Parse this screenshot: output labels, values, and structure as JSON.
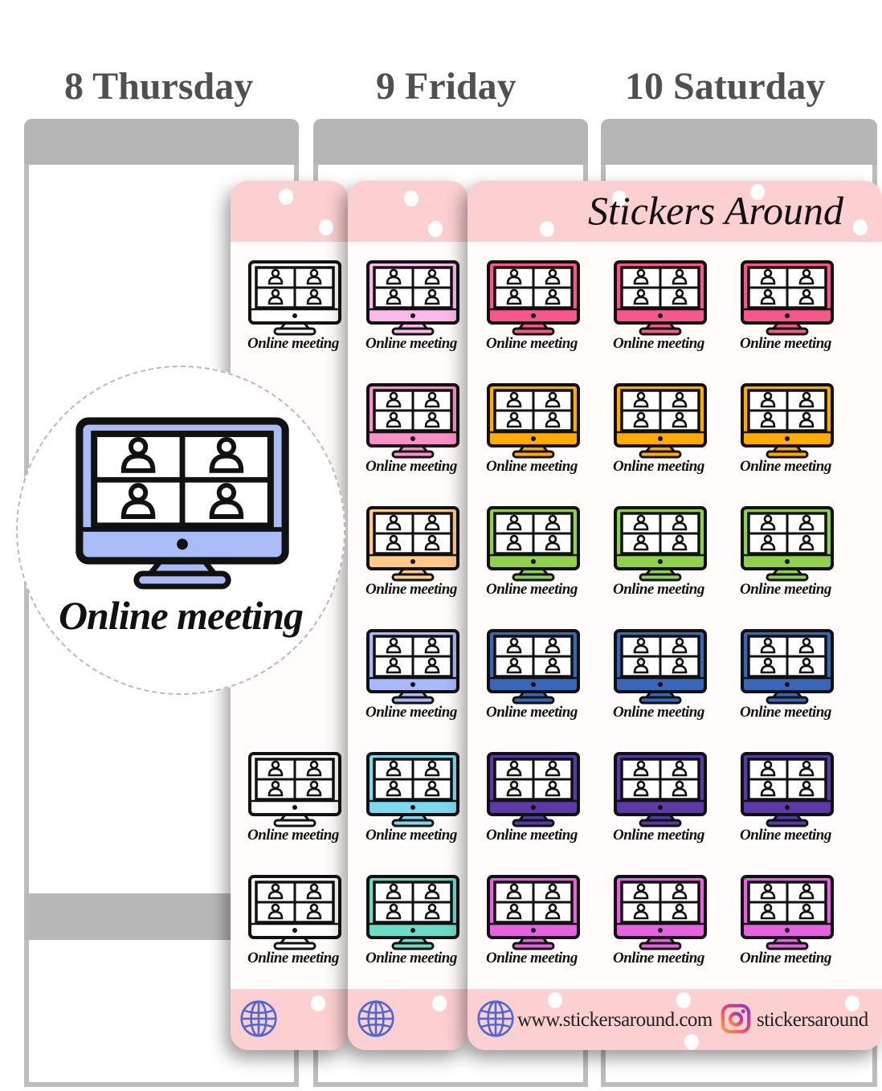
{
  "planner": {
    "days": [
      "8 Thursday",
      "9 Friday",
      "10 Saturday"
    ]
  },
  "sticker_label": "Online meeting",
  "sheets": [
    {
      "name": "back",
      "colors": [
        "#ffffff",
        "#ffffff",
        "#ffffff",
        "#ffffff",
        "#ffffff",
        "#ffffff"
      ]
    },
    {
      "name": "middle",
      "colors": [
        "#f9b9ec",
        "#f790c8",
        "#ffc98c",
        "#a9b9f7",
        "#7fd9ee",
        "#6cdcc6"
      ]
    },
    {
      "name": "front",
      "colors": [
        "#f8578c",
        "#ffab00",
        "#8fd14f",
        "#3a66b8",
        "#5a3aa8",
        "#e563e0"
      ]
    }
  ],
  "brand": {
    "title": "Stickers Around",
    "url": "www.stickersaround.com",
    "instagram": "stickersaround"
  },
  "magnified": {
    "label": "Online meeting",
    "color": "#a9bcf7"
  },
  "colors": {
    "header_pink": "#fccfd0",
    "globe_blue": "#4a68d8"
  }
}
